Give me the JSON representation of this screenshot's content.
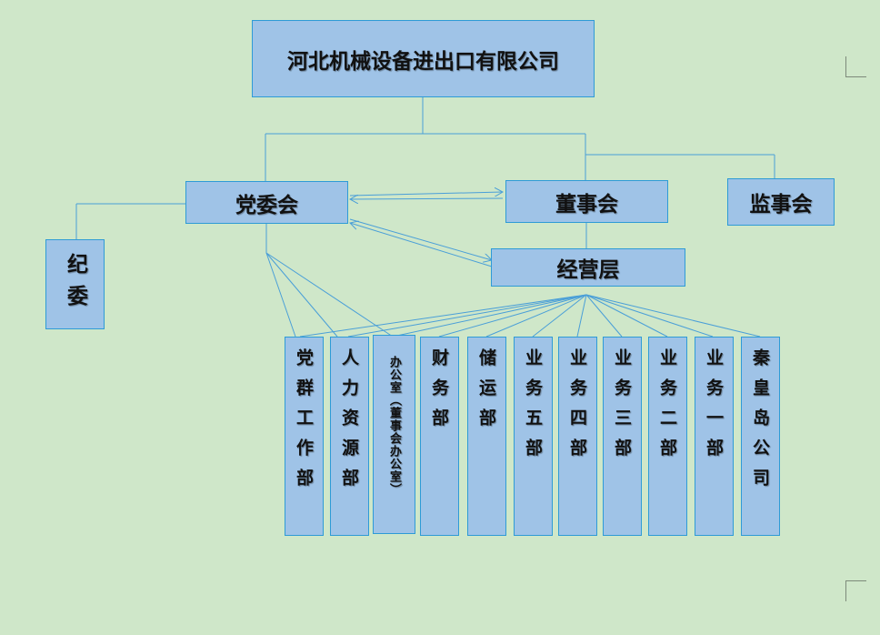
{
  "company": "河北机械设备进出口有限公司",
  "party_committee": "党委会",
  "board": "董事会",
  "supervisory": "监事会",
  "discipline": "纪委",
  "management": "经营层",
  "departments": [
    "党群工作部",
    "人力资源部",
    "办公室（董事会办公室）",
    "财务部",
    "储运部",
    "业务五部",
    "业务四部",
    "业务三部",
    "业务二部",
    "业务一部",
    "秦皇岛公司"
  ],
  "colors": {
    "background": "#cfe7c9",
    "box_fill": "#9fc3e7",
    "box_border": "#2e9bd6",
    "line": "#4a9fd8"
  }
}
